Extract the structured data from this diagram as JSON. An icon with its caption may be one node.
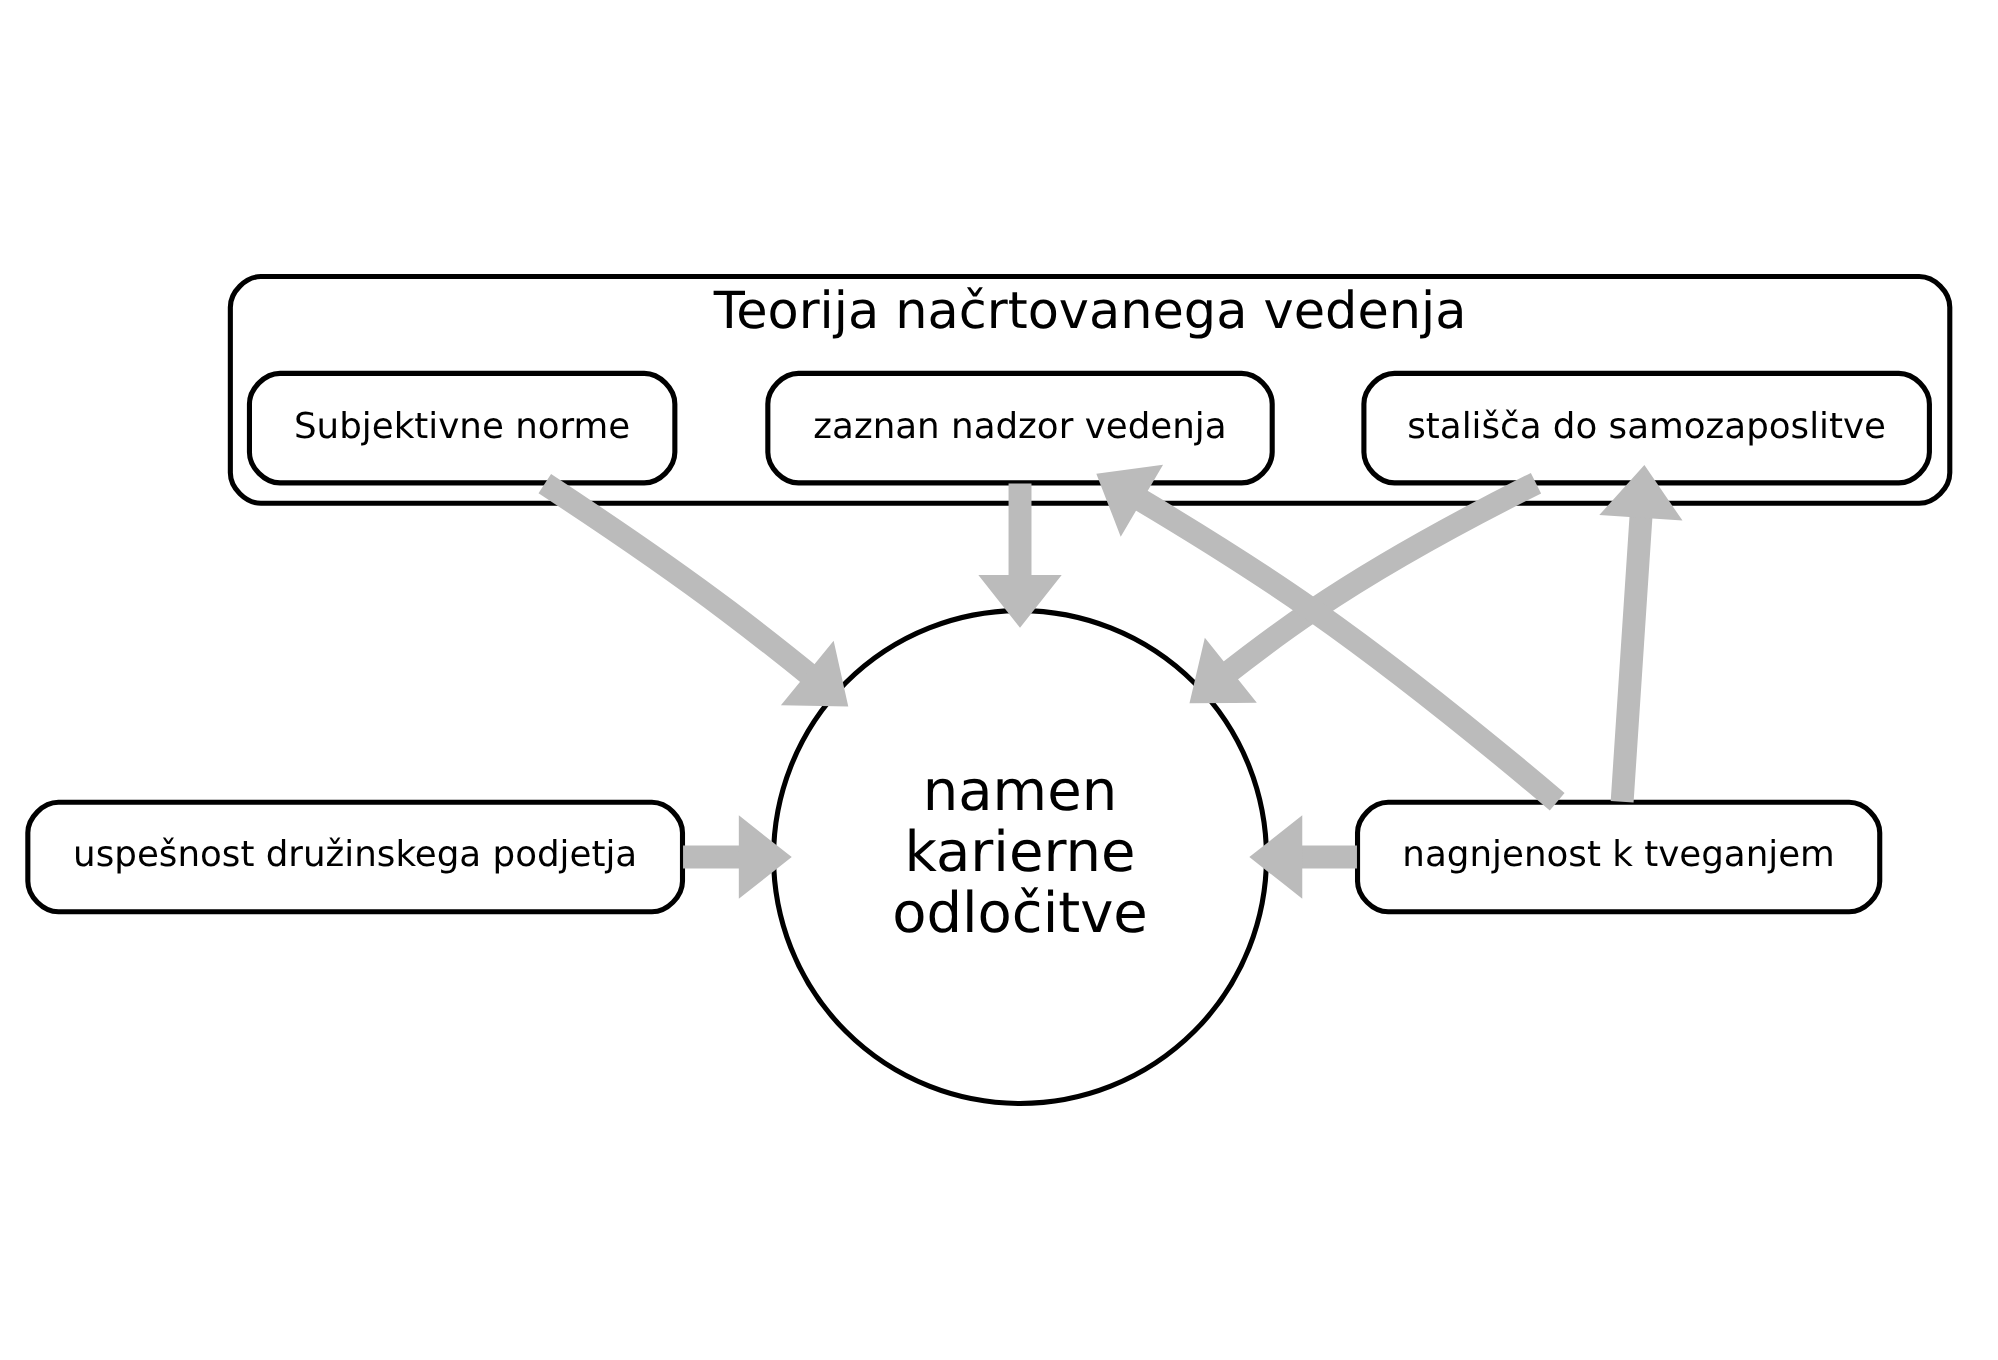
{
  "diagram": {
    "nodes": [
      {
        "text": [
          "Teorija načrtovanega vedenja"
        ]
      },
      {
        "text": [
          "zaznan nadzor vedenja"
        ],
        "in": 0
      },
      {
        "text": [
          "Subjektivne norme"
        ],
        "in": 0
      },
      {
        "text": [
          "stališča do samozaposlitve"
        ],
        "in": 0
      },
      {
        "text": [
          "namen karierne odločitve"
        ]
      },
      {
        "text": [
          "uspešnost družinskega podjetja"
        ]
      },
      {
        "text": [
          "nagnjenost k tveganjem"
        ]
      }
    ],
    "edges": [
      {
        "from": 2,
        "to": 4,
        "arrow": "to"
      },
      {
        "from": 1,
        "to": 4,
        "arrow": "to"
      },
      {
        "from": 3,
        "to": 4,
        "arrow": "to"
      },
      {
        "from": 5,
        "to": 4,
        "arrow": "to"
      },
      {
        "from": 6,
        "to": 4,
        "arrow": "to"
      },
      {
        "from": 6,
        "to": 3,
        "arrow": "to"
      },
      {
        "from": 6,
        "to": 1,
        "arrow": "to"
      }
    ]
  }
}
